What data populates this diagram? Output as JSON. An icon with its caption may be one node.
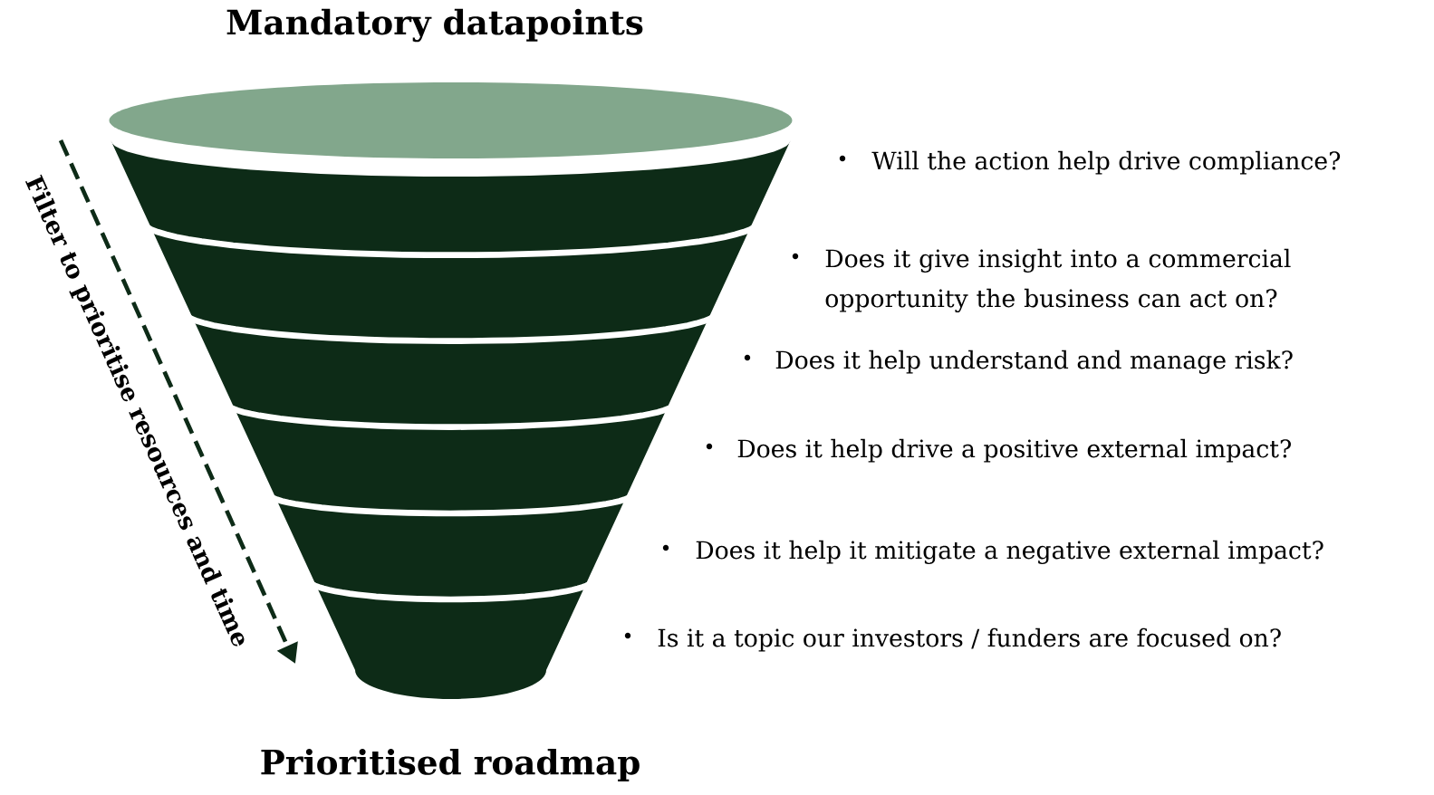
{
  "diagram": {
    "title": "Mandatory datapoints",
    "labels": [
      "Filter to prioritise resources and time",
      "Will the action help drive compliance?",
      "Does it give insight into a commercial opportunity the business can act on?",
      "Does it help understand and manage risk?",
      "Does it help drive a positive external impact?",
      "Does it help it mitigate a negative external impact?",
      "Is it a topic our investors / funders are focused on?",
      "Prioritised roadmap"
    ]
  }
}
